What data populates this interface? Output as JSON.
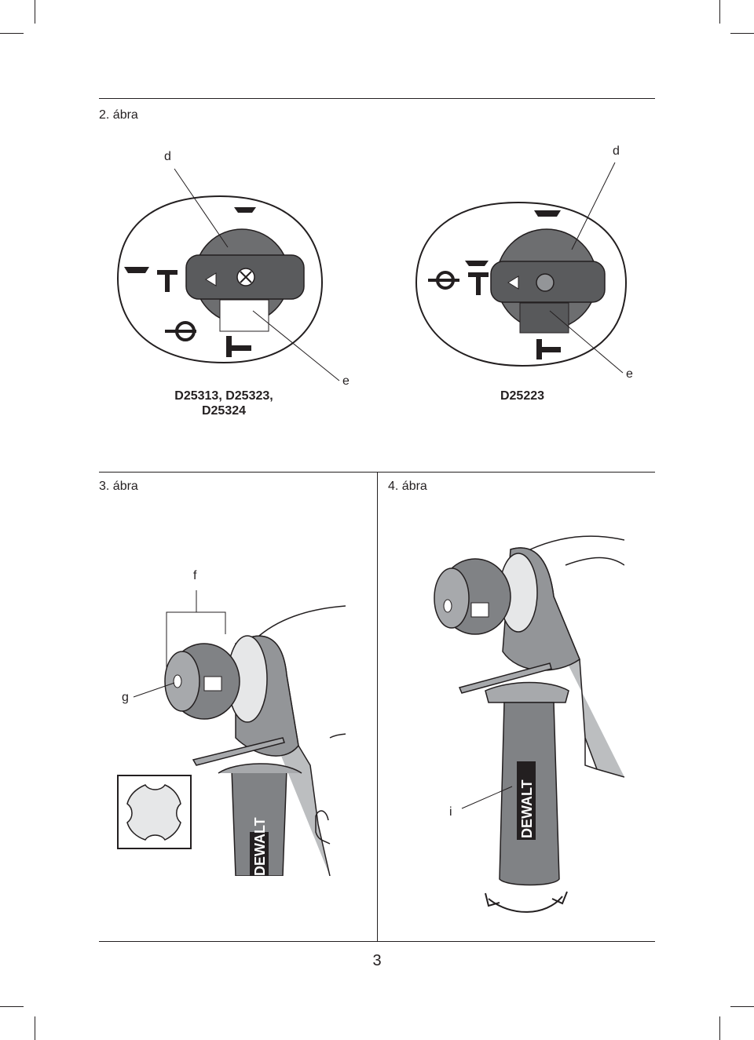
{
  "figures": {
    "fig2": {
      "title": "2. ábra",
      "left": {
        "callout_top": "d",
        "callout_bottom": "e",
        "model_line1": "D25313, D25323,",
        "model_line2": "D25324"
      },
      "right": {
        "callout_top": "d",
        "callout_bottom": "e",
        "model": "D25223"
      }
    },
    "fig3": {
      "title": "3. ábra",
      "callout_f": "f",
      "callout_g": "g",
      "handle_brand": "DEWALT"
    },
    "fig4": {
      "title": "4. ábra",
      "callout_i": "i",
      "handle_brand": "DEWALT"
    }
  },
  "page_number": "3"
}
